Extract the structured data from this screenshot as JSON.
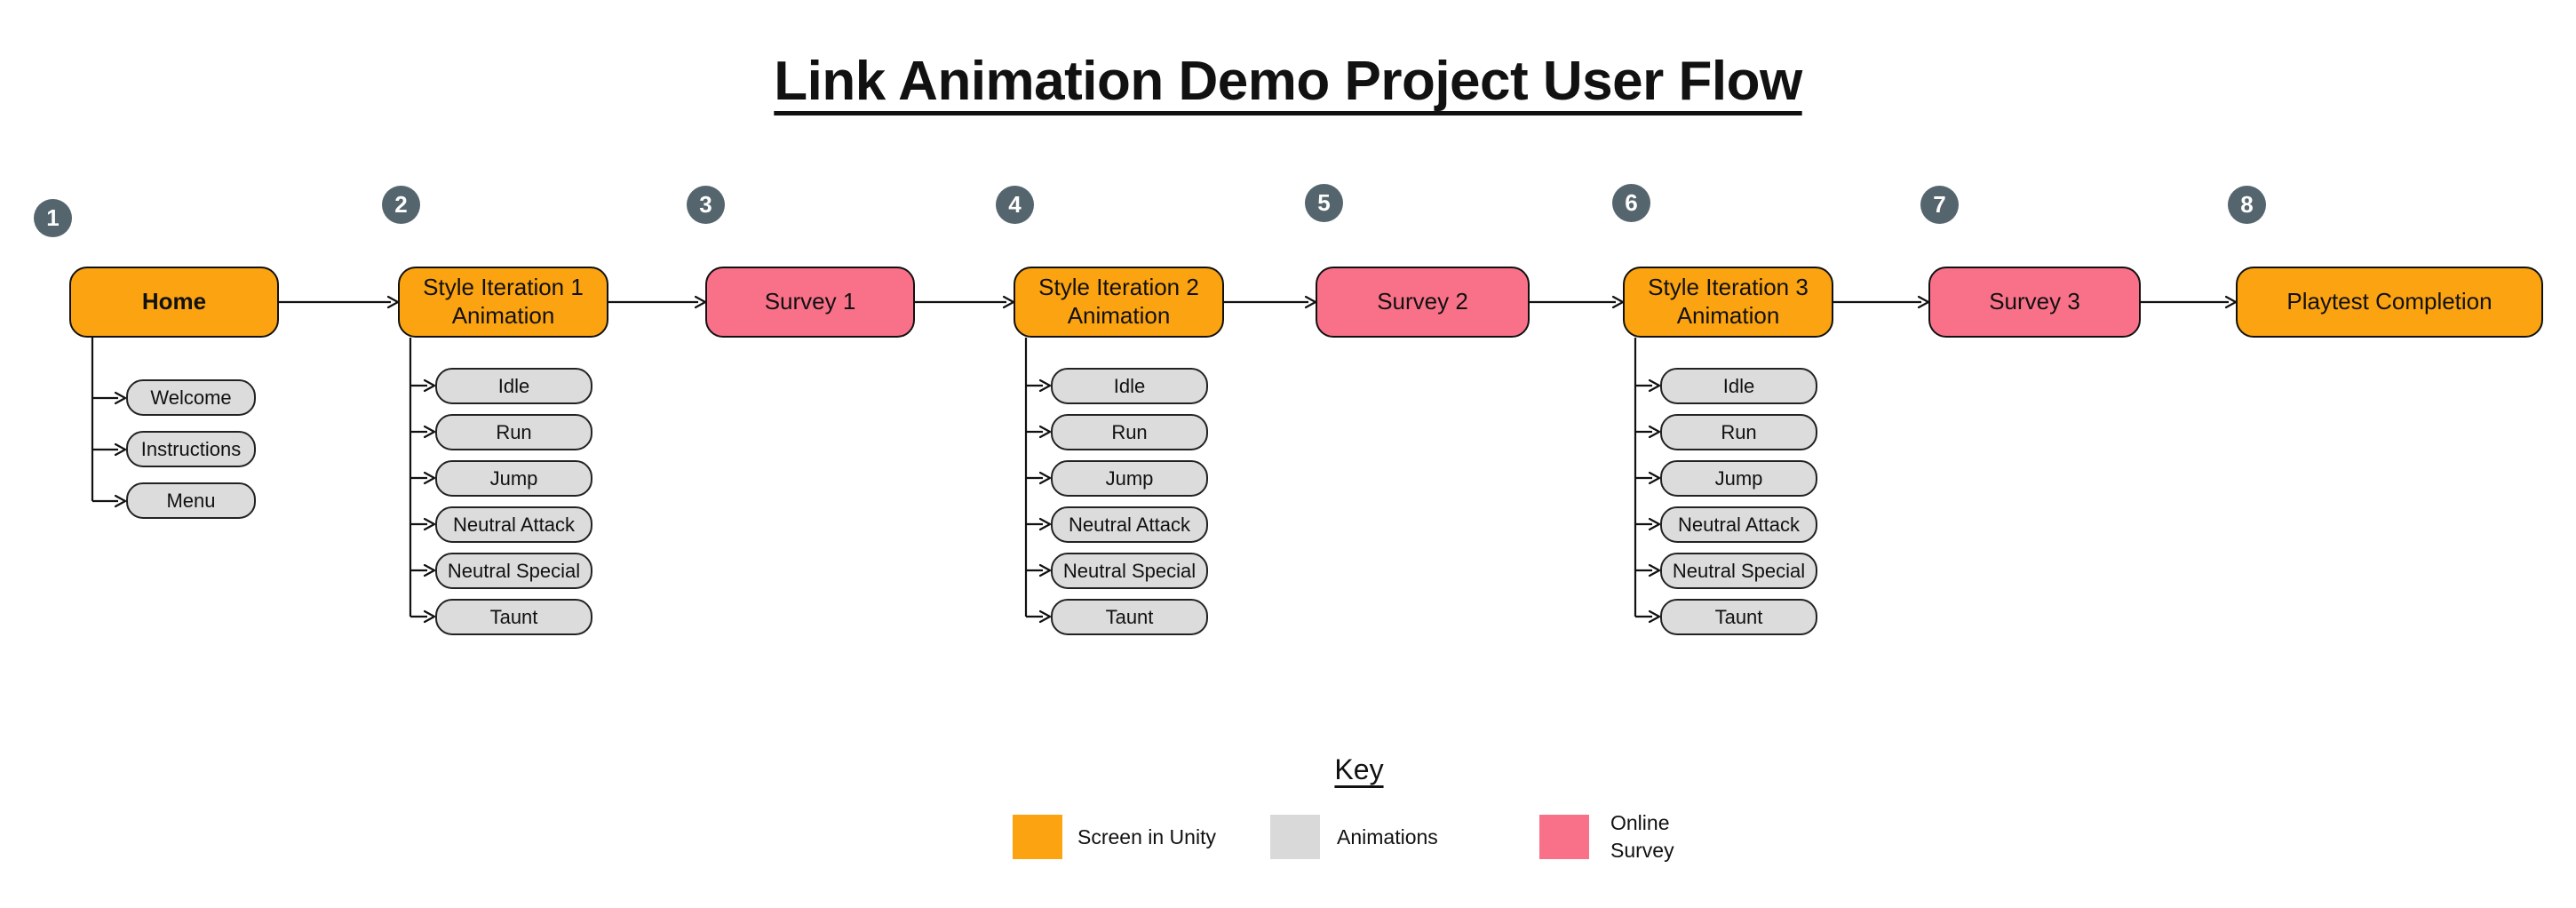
{
  "title": "Link Animation Demo Project User Flow",
  "steps": [
    {
      "number": "1",
      "label": "Home",
      "type": "screen",
      "children": [
        "Welcome",
        "Instructions",
        "Menu"
      ]
    },
    {
      "number": "2",
      "label": "Style Iteration 1 Animation",
      "type": "screen",
      "children": [
        "Idle",
        "Run",
        "Jump",
        "Neutral Attack",
        "Neutral Special",
        "Taunt"
      ]
    },
    {
      "number": "3",
      "label": "Survey 1",
      "type": "survey",
      "children": []
    },
    {
      "number": "4",
      "label": "Style Iteration 2 Animation",
      "type": "screen",
      "children": [
        "Idle",
        "Run",
        "Jump",
        "Neutral Attack",
        "Neutral Special",
        "Taunt"
      ]
    },
    {
      "number": "5",
      "label": "Survey 2",
      "type": "survey",
      "children": []
    },
    {
      "number": "6",
      "label": "Style Iteration 3 Animation",
      "type": "screen",
      "children": [
        "Idle",
        "Run",
        "Jump",
        "Neutral Attack",
        "Neutral Special",
        "Taunt"
      ]
    },
    {
      "number": "7",
      "label": "Survey 3",
      "type": "survey",
      "children": []
    },
    {
      "number": "8",
      "label": "Playtest Completion",
      "type": "screen",
      "children": []
    }
  ],
  "legend": {
    "title": "Key",
    "items": [
      {
        "label": "Screen in Unity",
        "color": "#FBA311"
      },
      {
        "label": "Animations",
        "color": "#D9D9D9"
      },
      {
        "label": "Online Survey",
        "color": "#F97189"
      }
    ]
  },
  "colors": {
    "screen_in_unity": "#FBA311",
    "animations": "#DCDCDC",
    "online_survey": "#F97189",
    "step_badge": "#55656E",
    "badge_text": "#FFFFFF",
    "stroke": "#111111",
    "background": "#FFFFFF"
  }
}
